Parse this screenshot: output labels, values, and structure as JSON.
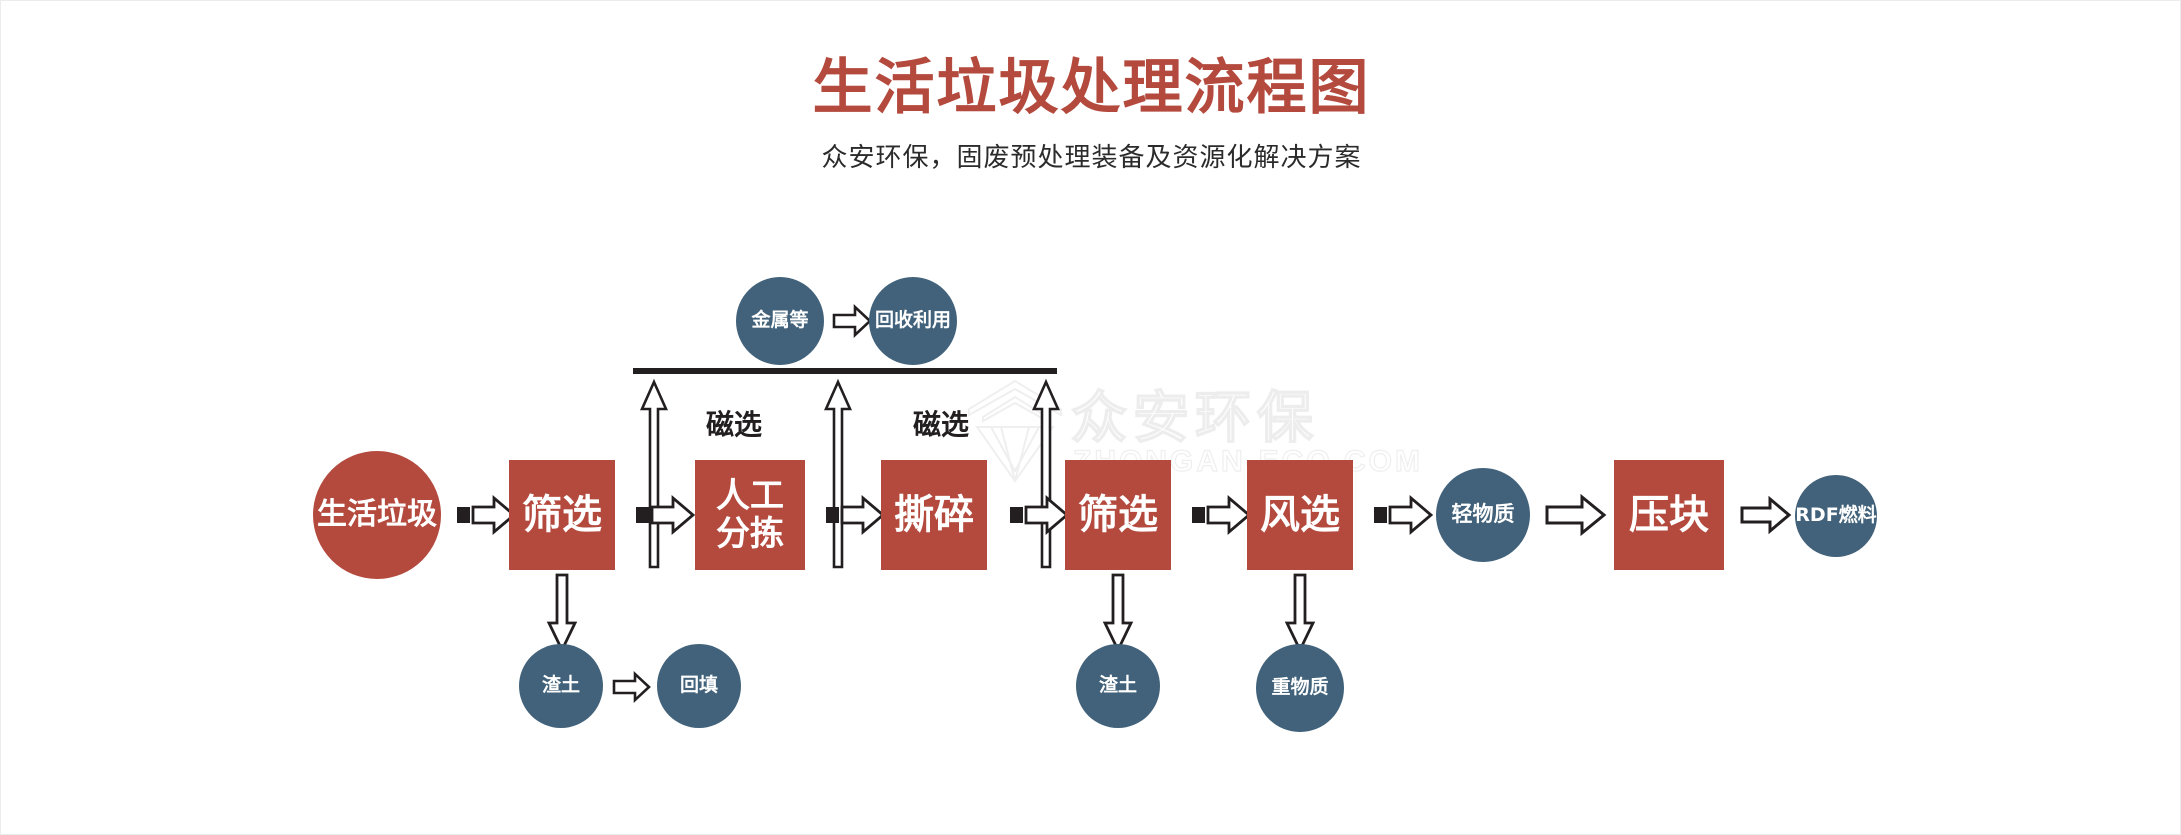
{
  "header": {
    "title": "生活垃圾处理流程图",
    "subtitle": "众安环保，固废预处理装备及资源化解决方案"
  },
  "watermark": {
    "text": "众安环保",
    "sub": "ZHONGAN-ECO.COM"
  },
  "colors": {
    "red": "#b4493d",
    "blue_gray": "#41627a",
    "ink": "#231f20",
    "background": "#ffffff"
  },
  "chart_data": {
    "type": "diagram",
    "title": "生活垃圾处理流程图",
    "subtitle": "众安环保，固废预处理装备及资源化解决方案",
    "nodes": [
      {
        "id": "n1",
        "label": "生活垃圾",
        "shape": "circle",
        "color": "#b4493d",
        "row": "main"
      },
      {
        "id": "n2",
        "label": "筛选",
        "shape": "square",
        "color": "#b4493d",
        "row": "main"
      },
      {
        "id": "n3",
        "label": "人工\n分拣",
        "shape": "square",
        "color": "#b4493d",
        "row": "main"
      },
      {
        "id": "n4",
        "label": "撕碎",
        "shape": "square",
        "color": "#b4493d",
        "row": "main"
      },
      {
        "id": "n5",
        "label": "筛选",
        "shape": "square",
        "color": "#b4493d",
        "row": "main"
      },
      {
        "id": "n6",
        "label": "风选",
        "shape": "square",
        "color": "#b4493d",
        "row": "main"
      },
      {
        "id": "n7",
        "label": "轻物质",
        "shape": "circle",
        "color": "#41627a",
        "row": "main"
      },
      {
        "id": "n8",
        "label": "压块",
        "shape": "square",
        "color": "#b4493d",
        "row": "main"
      },
      {
        "id": "n9",
        "label": "RDF燃料",
        "shape": "circle",
        "color": "#41627a",
        "row": "main"
      },
      {
        "id": "t1",
        "label": "金属等",
        "shape": "circle",
        "color": "#41627a",
        "row": "top"
      },
      {
        "id": "t2",
        "label": "回收利用",
        "shape": "circle",
        "color": "#41627a",
        "row": "top"
      },
      {
        "id": "b1",
        "label": "渣土",
        "shape": "circle",
        "color": "#41627a",
        "row": "bottom"
      },
      {
        "id": "b2",
        "label": "回填",
        "shape": "circle",
        "color": "#41627a",
        "row": "bottom"
      },
      {
        "id": "b3",
        "label": "渣土",
        "shape": "circle",
        "color": "#41627a",
        "row": "bottom"
      },
      {
        "id": "b4",
        "label": "重物质",
        "shape": "circle",
        "color": "#41627a",
        "row": "bottom"
      }
    ],
    "edges": [
      {
        "from": "n1",
        "to": "n2",
        "style": "block-arrow-right",
        "label": ""
      },
      {
        "from": "n2",
        "to": "n3",
        "style": "block-arrow-right",
        "label": ""
      },
      {
        "from": "n3",
        "to": "n4",
        "style": "block-arrow-right",
        "label": ""
      },
      {
        "from": "n4",
        "to": "n5",
        "style": "block-arrow-right",
        "label": ""
      },
      {
        "from": "n5",
        "to": "n6",
        "style": "block-arrow-right",
        "label": ""
      },
      {
        "from": "n6",
        "to": "n7",
        "style": "block-arrow-right",
        "label": ""
      },
      {
        "from": "n7",
        "to": "n8",
        "style": "open-arrow-right",
        "label": ""
      },
      {
        "from": "n8",
        "to": "n9",
        "style": "open-arrow-right",
        "label": ""
      },
      {
        "from": "n2",
        "to": "bus",
        "style": "thin-arrow-up",
        "label": ""
      },
      {
        "from": "n3",
        "to": "bus",
        "style": "thin-arrow-up",
        "label": "磁选"
      },
      {
        "from": "n4",
        "to": "bus",
        "style": "thin-arrow-up",
        "label": "磁选"
      },
      {
        "from": "bus",
        "to": "t1",
        "style": "collector",
        "label": ""
      },
      {
        "from": "t1",
        "to": "t2",
        "style": "open-arrow-right",
        "label": ""
      },
      {
        "from": "n2",
        "to": "b1",
        "style": "open-arrow-down",
        "label": ""
      },
      {
        "from": "b1",
        "to": "b2",
        "style": "open-arrow-right",
        "label": ""
      },
      {
        "from": "n5",
        "to": "b3",
        "style": "open-arrow-down",
        "label": ""
      },
      {
        "from": "n6",
        "to": "b4",
        "style": "open-arrow-down",
        "label": ""
      }
    ],
    "edge_labels": [
      "磁选",
      "磁选"
    ]
  },
  "flow": {
    "main": [
      {
        "label": "生活垃圾"
      },
      {
        "label": "筛选"
      },
      {
        "label": "人工\n分拣"
      },
      {
        "label": "撕碎"
      },
      {
        "label": "筛选"
      },
      {
        "label": "风选"
      },
      {
        "label": "轻物质"
      },
      {
        "label": "压块"
      },
      {
        "label": "RDF燃料"
      }
    ],
    "top": [
      {
        "label": "金属等"
      },
      {
        "label": "回收利用"
      }
    ],
    "bottom": [
      {
        "label": "渣土"
      },
      {
        "label": "回填"
      },
      {
        "label": "渣土"
      },
      {
        "label": "重物质"
      }
    ],
    "labels": {
      "magnetic_1": "磁选",
      "magnetic_2": "磁选"
    }
  }
}
